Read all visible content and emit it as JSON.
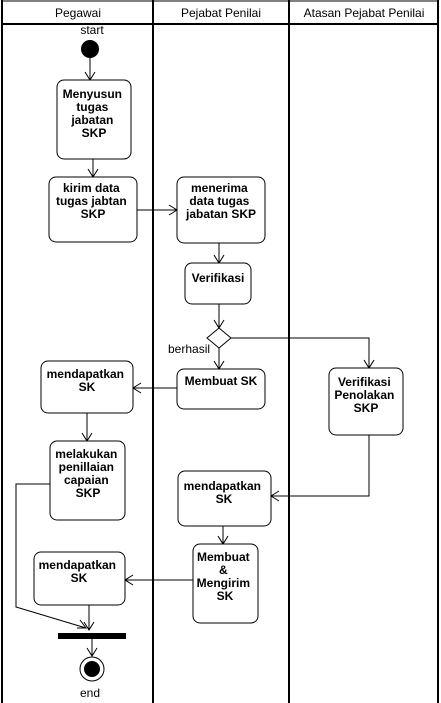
{
  "lanes": [
    {
      "id": "pegawai",
      "title": "Pegawai"
    },
    {
      "id": "pejabat",
      "title": "Pejabat Penilai"
    },
    {
      "id": "atasan",
      "title": "Atasan Pejabat Penilai"
    }
  ],
  "start_label": "start",
  "end_label": "end",
  "decision_label": "berhasil",
  "activities": {
    "a1": [
      "Menyusun",
      "tugas",
      "jabatan",
      "SKP"
    ],
    "a2": [
      "kirim data",
      "tugas jabtan",
      "SKP"
    ],
    "a3": [
      "menerima",
      "data tugas",
      "jabatan SKP"
    ],
    "a4": [
      "Verifikasi"
    ],
    "a5": [
      "Membuat SK"
    ],
    "a6": [
      "mendapatkan",
      "SK"
    ],
    "a7": [
      "Verifikasi",
      "Penolakan",
      "SKP"
    ],
    "a8": [
      "melakukan",
      "penillaian",
      "capaian",
      "SKP"
    ],
    "a9": [
      "mendapatkan",
      "SK"
    ],
    "a10": [
      "Membuat",
      "&",
      "Mengirim",
      "SK"
    ],
    "a11": [
      "mendapatkan",
      "SK"
    ]
  }
}
